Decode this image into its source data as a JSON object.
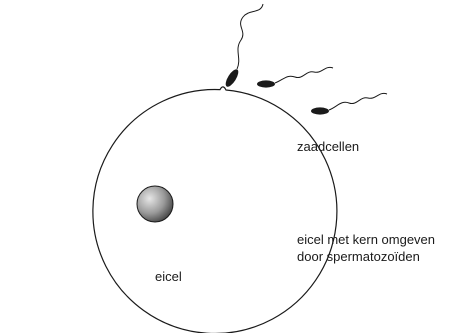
{
  "labels": {
    "sperm_cells": "zaadcellen",
    "egg_description_line1": "eicel met kern omgeven",
    "egg_description_line2": "door spermatozoïden",
    "egg": "eicel"
  },
  "colors": {
    "stroke": "#1a1a1a",
    "sperm_head": "#1a1a1a",
    "nucleus_light": "#e6e6e6",
    "nucleus_dark": "#3a3a3a",
    "background": "#ffffff"
  }
}
